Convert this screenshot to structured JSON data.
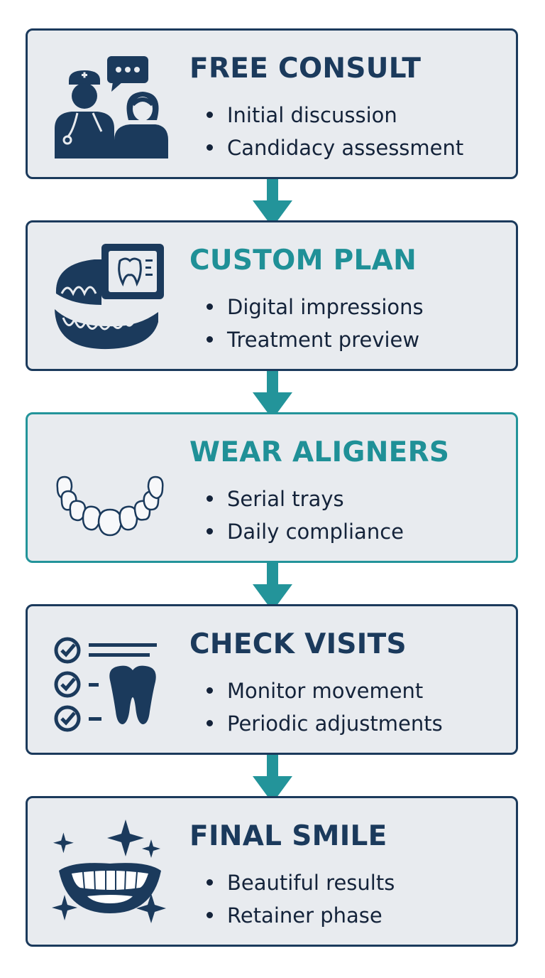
{
  "steps": [
    {
      "title": "FREE CONSULT",
      "bullets": [
        "Initial discussion",
        "Candidacy assessment"
      ],
      "icon": "doctor-patient-chat-icon"
    },
    {
      "title": "CUSTOM PLAN",
      "bullets": [
        "Digital impressions",
        "Treatment preview"
      ],
      "icon": "dental-scan-icon"
    },
    {
      "title": "WEAR ALIGNERS",
      "bullets": [
        "Serial trays",
        "Daily compliance"
      ],
      "icon": "aligner-tray-icon"
    },
    {
      "title": "CHECK VISITS",
      "bullets": [
        "Monitor movement",
        "Periodic adjustments"
      ],
      "icon": "checklist-tooth-icon"
    },
    {
      "title": "FINAL SMILE",
      "bullets": [
        "Beautiful results",
        "Retainer phase"
      ],
      "icon": "sparkling-smile-icon"
    }
  ],
  "colors": {
    "navy": "#1b3a5c",
    "teal": "#23949a",
    "card_bg": "#e8ebef"
  }
}
